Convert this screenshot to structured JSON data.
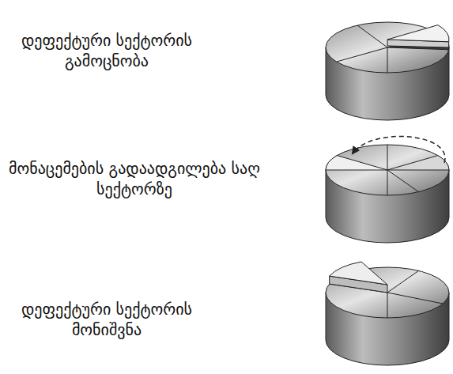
{
  "diagram": {
    "labels": [
      "დეფექტური სექტორის გამოცნობა",
      "მონაცემების გადაადგილება საღ სექტორზე",
      "დეფექტური სექტორის მონიშვნა"
    ]
  }
}
